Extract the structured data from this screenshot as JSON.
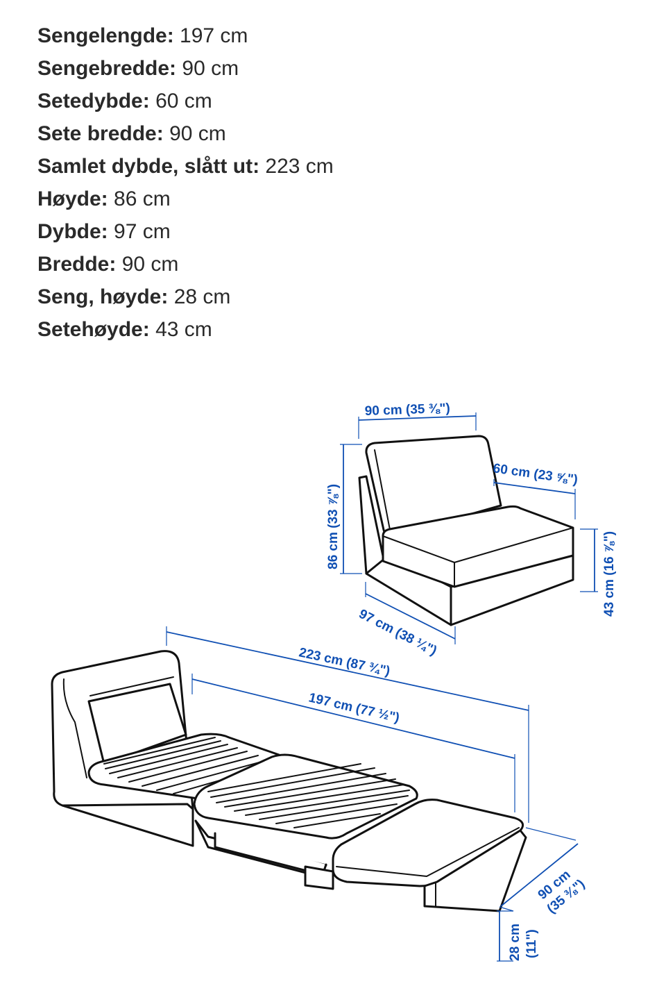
{
  "specs": [
    {
      "label": "Sengelengde:",
      "value": "197 cm"
    },
    {
      "label": "Sengebredde:",
      "value": "90 cm"
    },
    {
      "label": "Setedybde:",
      "value": "60 cm"
    },
    {
      "label": "Sete bredde:",
      "value": "90 cm"
    },
    {
      "label": "Samlet dybde, slått ut:",
      "value": "223 cm"
    },
    {
      "label": "Høyde:",
      "value": "86 cm"
    },
    {
      "label": "Dybde:",
      "value": "97 cm"
    },
    {
      "label": "Bredde:",
      "value": "90 cm"
    },
    {
      "label": "Seng, høyde:",
      "value": "28 cm"
    },
    {
      "label": "Setehøyde:",
      "value": "43 cm"
    }
  ],
  "dimensions": {
    "chair_width": "90 cm (35 ⅜\")",
    "chair_seat_depth": "60 cm (23 ⅝\")",
    "chair_height": "86 cm (33 ⅞\")",
    "chair_seat_height": "43 cm (16 ⅞\")",
    "chair_depth": "97 cm (38 ¼\")",
    "bed_total_depth": "223 cm (87 ¾\")",
    "bed_length": "197 cm (77 ½\")",
    "bed_width_cm": "90 cm",
    "bed_width_in": "(35 ⅜\")",
    "bed_height_cm": "28 cm",
    "bed_height_in": "(11\")"
  },
  "colors": {
    "dimension": "#0f4fb3",
    "ink": "#111111",
    "text": "#2a2a2a"
  }
}
